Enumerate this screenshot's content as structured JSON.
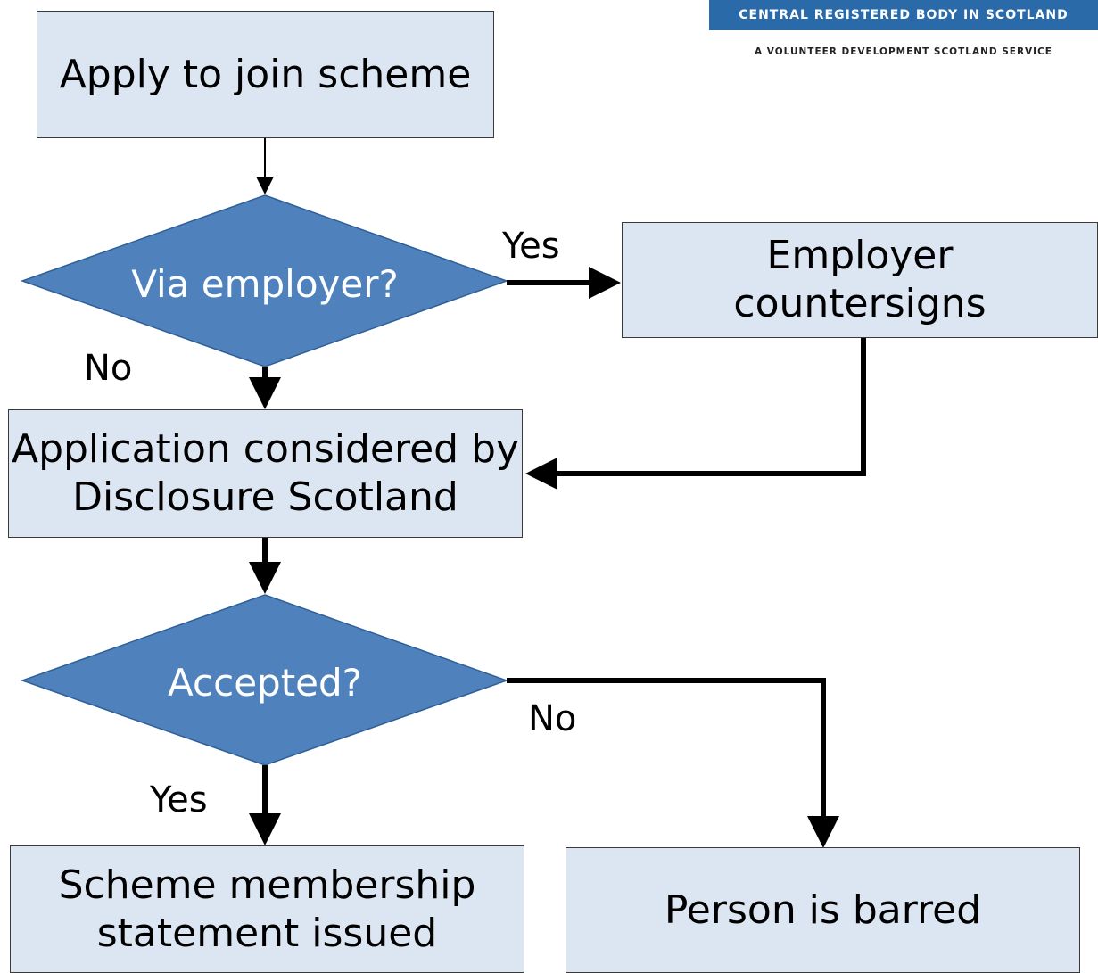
{
  "header": {
    "org_line": "CENTRAL REGISTERED BODY IN SCOTLAND",
    "service_line": "A VOLUNTEER DEVELOPMENT SCOTLAND SERVICE",
    "accent_color": "#2a6aa8"
  },
  "flowchart": {
    "apply": "Apply to join scheme",
    "decision_employer": "Via employer?",
    "employer_yes": "Yes",
    "employer_no": "No",
    "countersign_line1": "Employer",
    "countersign_line2": "countersigns",
    "considered_line1": "Application considered by",
    "considered_line2": "Disclosure Scotland",
    "decision_accepted": "Accepted?",
    "accepted_no": "No",
    "accepted_yes": "Yes",
    "statement_line1": "Scheme membership",
    "statement_line2": "statement issued",
    "barred": "Person is barred"
  },
  "colors": {
    "box_fill": "#dce6f2",
    "decision_fill": "#4f81bd"
  }
}
